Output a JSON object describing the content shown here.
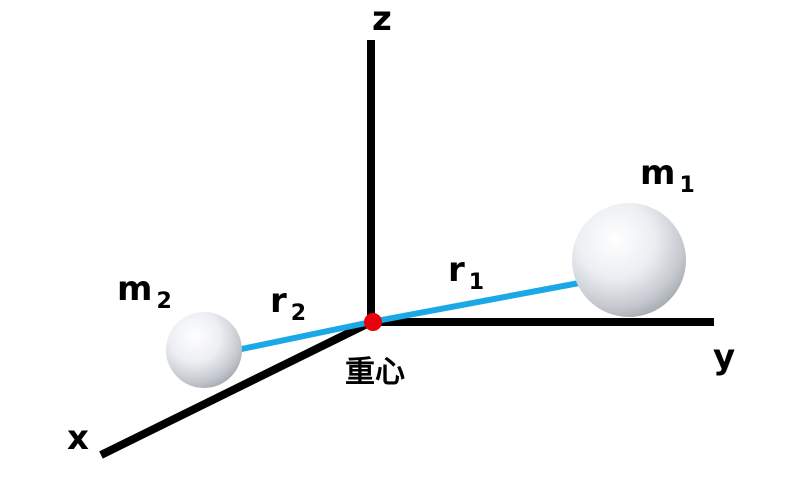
{
  "axes": {
    "z_label": "z",
    "y_label": "y",
    "x_label": "x"
  },
  "masses": [
    {
      "name": "m",
      "subscript": "1"
    },
    {
      "name": "m",
      "subscript": "2"
    }
  ],
  "distances": [
    {
      "name": "r",
      "subscript": "1"
    },
    {
      "name": "r",
      "subscript": "2"
    }
  ],
  "center": {
    "label": "重心"
  },
  "colors": {
    "axis": "#000000",
    "rod": "#1aa9e6",
    "center_dot": "#e8000b",
    "sphere_highlight": "#ffffff",
    "sphere_shadow": "#9aa0a8"
  }
}
